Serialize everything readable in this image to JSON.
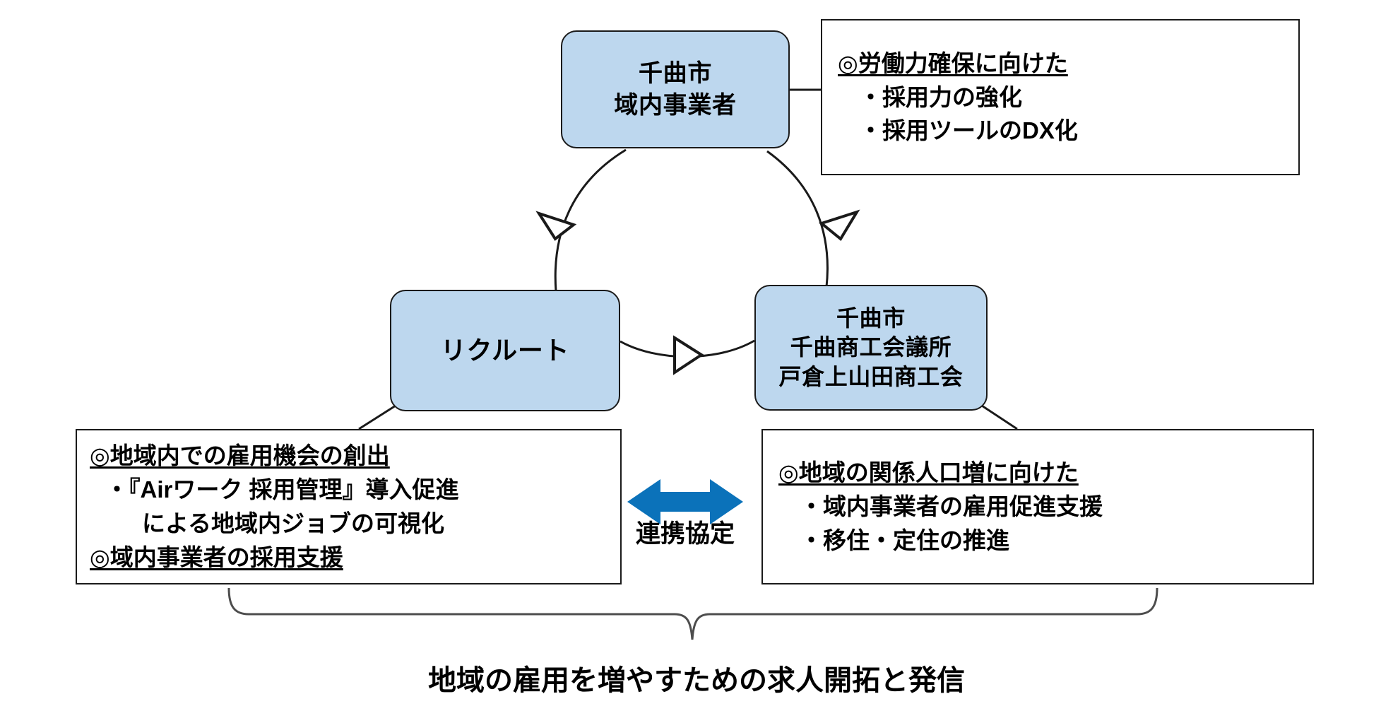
{
  "diagram": {
    "title": "地域の雇用を増やすための求人開拓と発信",
    "colors": {
      "node_fill": "#BDD7EE",
      "node_border": "#1a1a1a",
      "arrow_blue": "#0070C0",
      "text": "#000000",
      "background": "#FFFFFF"
    },
    "nodes": {
      "city": {
        "line1": "千曲市",
        "line2": "域内事業者"
      },
      "recruit": {
        "line1": "リクルート"
      },
      "chamber": {
        "line1": "千曲市",
        "line2": "千曲商工会議所",
        "line3": "戸倉上山田商工会"
      }
    },
    "detail_boxes": {
      "top_right": {
        "heading": "◎労働力確保に向けた",
        "item1": "・採用力の強化",
        "item2": "・採用ツールのDX化"
      },
      "bottom_left": {
        "heading1": "◎地域内での雇用機会の創出",
        "item1": "・『Airワーク 採用管理』導入促進",
        "item1_cont": "による地域内ジョブの可視化",
        "heading2": "◎域内事業者の採用支援"
      },
      "bottom_right": {
        "heading": "◎地域の関係人口増に向けた",
        "item1": "・域内事業者の雇用促進支援",
        "item2": "・移住・定住の推進"
      }
    },
    "connectors": {
      "partnership_label": "連携協定",
      "cycle_arrow_count": 3
    }
  }
}
